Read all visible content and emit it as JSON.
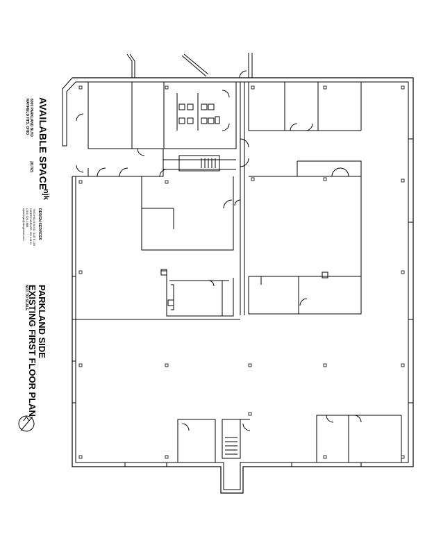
{
  "header": {
    "title": "AVAILABLE SPACE",
    "address_line1": "6000 PARKLAND BLVD",
    "address_line2": "MAYFIELD HTS, OHIO",
    "date": "2/17/21"
  },
  "firm": {
    "logo": "njk",
    "name": "DESIGN SERVICES",
    "line1": "7850 HILLS BLVD. SUITE 109",
    "line2": "INDEPENDENCE, OH 44131",
    "line3": "(216) 524-1888",
    "line4": "njkdesign@sbcglobal.com"
  },
  "plan": {
    "title_line1": "PARKLAND SIDE",
    "title_line2": "EXISTING FIRST FLOOR PLAN",
    "scale": "NOT TO SCALE"
  },
  "icons": {
    "north_arrow": "north-arrow-icon"
  },
  "colors": {
    "line": "#000000",
    "background": "#ffffff"
  }
}
